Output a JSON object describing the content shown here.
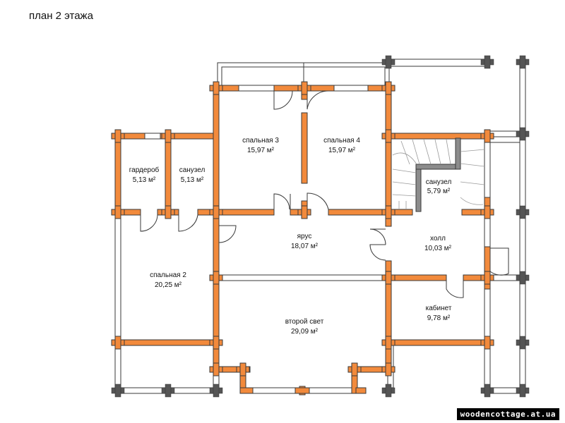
{
  "title": "план 2 этажа",
  "watermark": "woodencottage.at.ua",
  "colors": {
    "wall": "#f28a3c",
    "stroke": "#3a3a3a",
    "pillar": "#555555"
  },
  "rooms": [
    {
      "id": "wardrobe",
      "name": "гардероб",
      "area": "5,13 м²"
    },
    {
      "id": "bath1",
      "name": "санузел",
      "area": "5,13 м²"
    },
    {
      "id": "bedroom3",
      "name": "спальная 3",
      "area": "15,97 м²"
    },
    {
      "id": "bedroom4",
      "name": "спальная 4",
      "area": "15,97 м²"
    },
    {
      "id": "bath2",
      "name": "санузел",
      "area": "5,79 м²"
    },
    {
      "id": "tier",
      "name": "ярус",
      "area": "18,07 м²"
    },
    {
      "id": "hall",
      "name": "холл",
      "area": "10,03 м²"
    },
    {
      "id": "bedroom2",
      "name": "спальная 2",
      "area": "20,25 м²"
    },
    {
      "id": "secondlight",
      "name": "второй свет",
      "area": "29,09 м²"
    },
    {
      "id": "study",
      "name": "кабинет",
      "area": "9,78 м²"
    }
  ]
}
